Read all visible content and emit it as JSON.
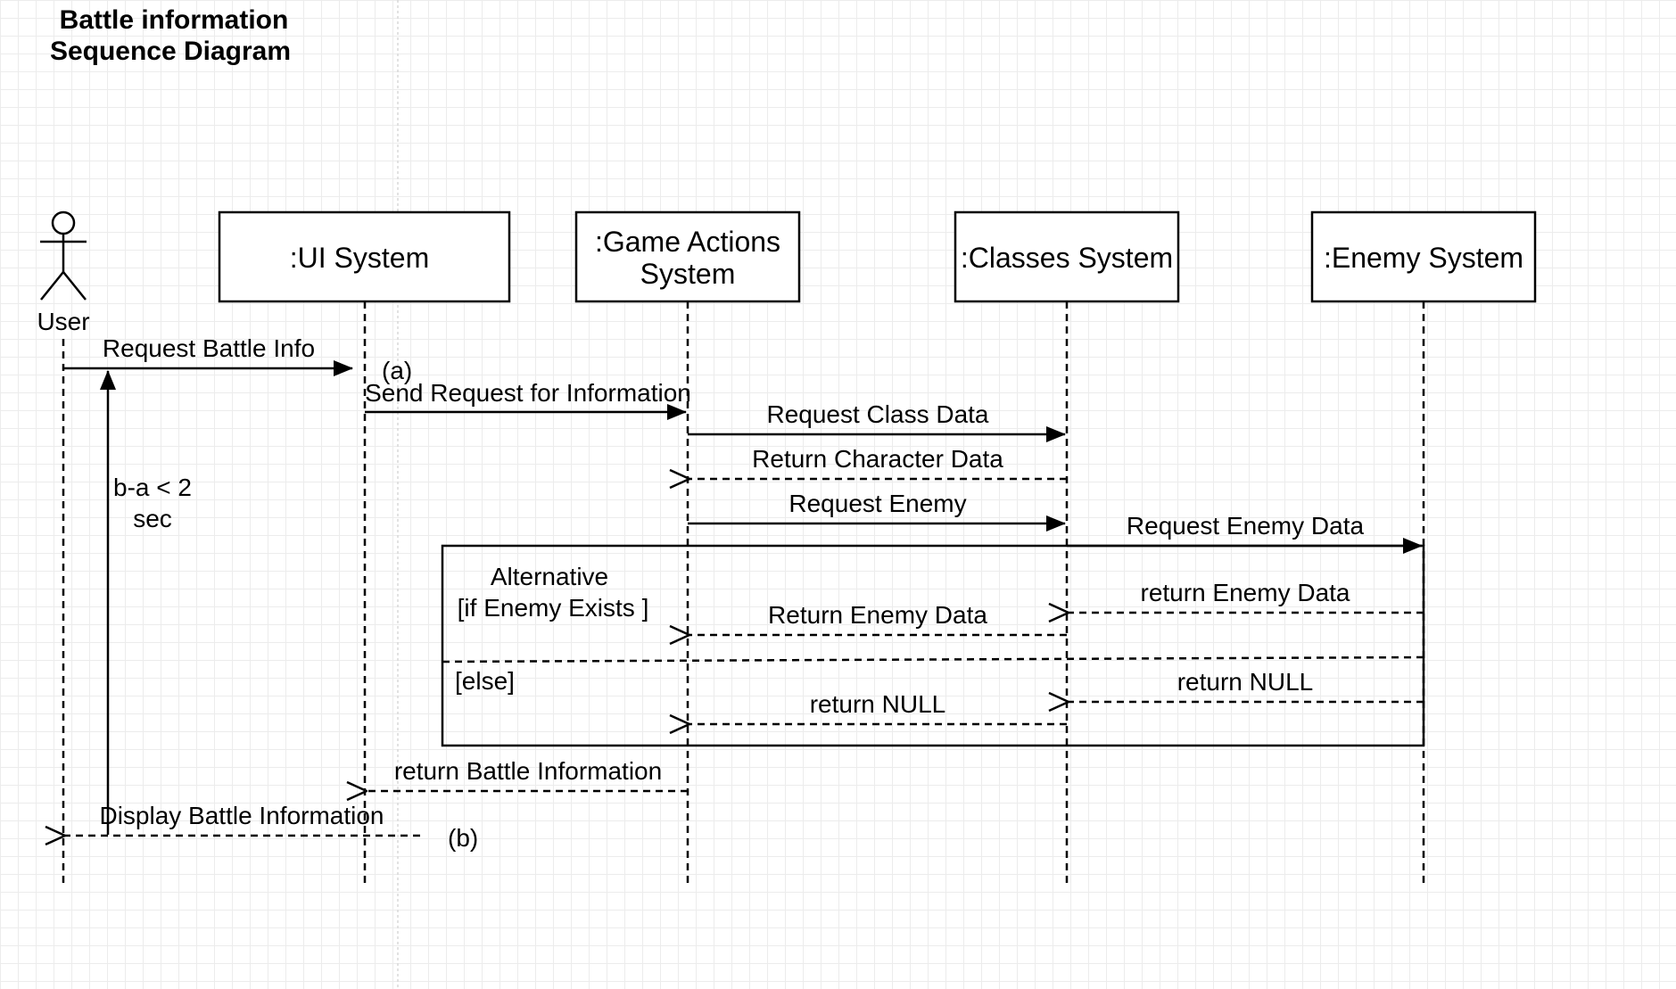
{
  "title": {
    "line1": "Battle information",
    "line2": "Sequence Diagram"
  },
  "actor": {
    "label": "User"
  },
  "participants": [
    {
      "line1": ":UI System",
      "line2": ""
    },
    {
      "line1": ":Game Actions",
      "line2": "System"
    },
    {
      "line1": ":Classes System",
      "line2": ""
    },
    {
      "line1": ":Enemy System",
      "line2": ""
    }
  ],
  "messages": {
    "request_battle_info": "Request Battle Info",
    "send_request": "Send Request for Information",
    "request_class_data": "Request Class Data",
    "return_character_data": "Return Character Data",
    "request_enemy": "Request Enemy",
    "request_enemy_data": "Request Enemy Data",
    "return_enemy_data_enemy": "return Enemy Data",
    "return_enemy_data_classes": "Return Enemy Data",
    "return_null_enemy": "return NULL",
    "return_null_classes": "return NULL",
    "return_battle_information": "return Battle Information",
    "display_battle_information": "Display Battle Information"
  },
  "fragment": {
    "operator": "Alternative",
    "guard_if": "[if Enemy Exists ]",
    "guard_else": "[else]"
  },
  "timing": {
    "mark_a": "(a)",
    "mark_b": "(b)",
    "constraint_line1": "b-a < 2",
    "constraint_line2": "sec"
  }
}
